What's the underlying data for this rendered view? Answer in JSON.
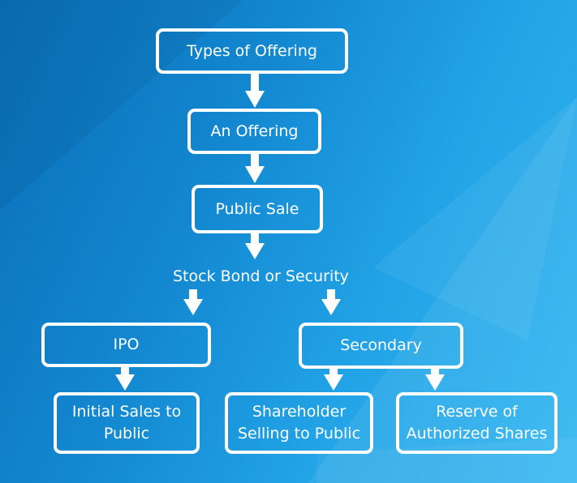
{
  "diagram": {
    "nodes": {
      "types_of_offering": "Types of Offering",
      "an_offering": "An Offering",
      "public_sale": "Public Sale",
      "stock_bond": "Stock Bond or Security",
      "ipo": "IPO",
      "secondary": "Secondary",
      "initial_sales": "Initial Sales to Public",
      "shareholder_selling": "Shareholder Selling to Public",
      "reserve_shares": "Reserve of Authorized Shares"
    }
  },
  "colors": {
    "background_dark": "#0a6fb8",
    "background_light": "#33b7f1",
    "box_border": "#ffffff",
    "text": "#ffffff"
  }
}
